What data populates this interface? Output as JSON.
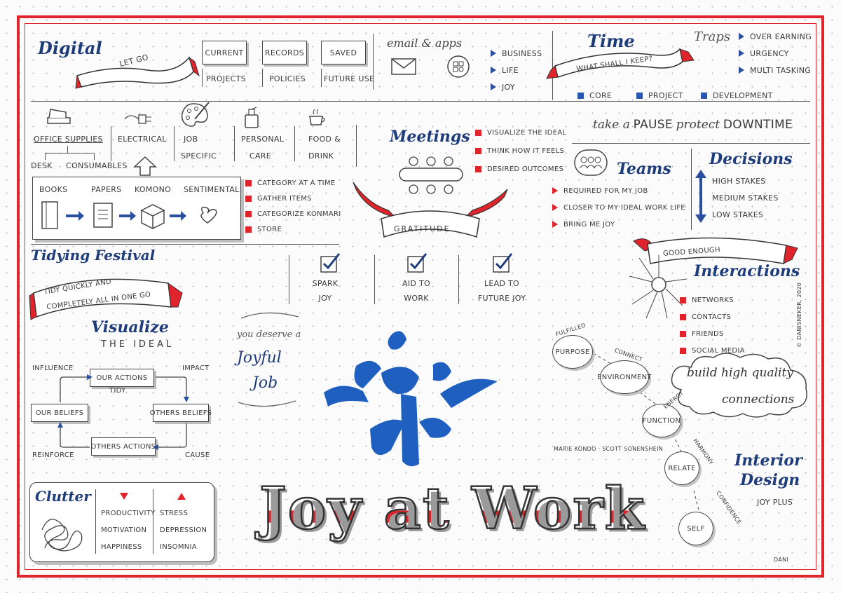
{
  "title": "Joy at Work",
  "credit": "MARIE KONDO · SCOTT SONENSHEIN",
  "signature": "DANI",
  "copyright": "© DANISNEKER, 2020",
  "digital": {
    "title": "Digital",
    "banner": "LET GO",
    "folders": [
      {
        "label": "CURRENT",
        "sub": "PROJECTS"
      },
      {
        "label": "RECORDS",
        "sub": "POLICIES"
      },
      {
        "label": "SAVED",
        "sub": "FUTURE USE"
      }
    ]
  },
  "email": {
    "title": "email & apps",
    "items": [
      "BUSINESS",
      "LIFE",
      "JOY"
    ]
  },
  "time": {
    "title": "Time",
    "banner": "WHAT SHALL I KEEP?",
    "traps_title": "Traps",
    "traps": [
      "OVER EARNING",
      "URGENCY",
      "MULTI TASKING"
    ],
    "keep": [
      "CORE",
      "PROJECT",
      "DEVELOPMENT"
    ]
  },
  "space": {
    "categories": [
      {
        "label": "OFFICE SUPPLIES"
      },
      {
        "label": "ELECTRICAL"
      },
      {
        "label": "JOB",
        "label2": "SPECIFIC"
      },
      {
        "label": "PERSONAL",
        "label2": "CARE"
      },
      {
        "label": "FOOD &",
        "label2": "DRINK"
      }
    ],
    "office_sub": [
      "DESK",
      "CONSUMABLES"
    ],
    "papers": [
      "BOOKS",
      "PAPERS",
      "KOMONO",
      "SENTIMENTAL"
    ],
    "steps": [
      "CATEGORY AT A TIME",
      "GATHER ITEMS",
      "CATEGORIZE KONMARI",
      "STORE"
    ]
  },
  "meetings": {
    "title": "Meetings",
    "items": [
      "VISUALIZE THE IDEAL",
      "THINK HOW IT FEELS",
      "DESIRED OUTCOMES"
    ],
    "banner": "GRATITUDE"
  },
  "pause": {
    "text1": "take a",
    "text2": "PAUSE",
    "text3": "protect",
    "text4": "DOWNTIME"
  },
  "teams": {
    "title": "Teams",
    "items": [
      "REQUIRED FOR MY JOB",
      "CLOSER TO MY IDEAL WORK LIFE",
      "BRING ME JOY"
    ]
  },
  "decisions": {
    "title": "Decisions",
    "items": [
      "HIGH STAKES",
      "MEDIUM STAKES",
      "LOW STAKES"
    ]
  },
  "festival": {
    "title": "Tidying Festival",
    "banner1": "TIDY QUICKLY AND",
    "banner2": "COMPLETELY ALL IN ONE GO",
    "visualize": "Visualize",
    "ideal": "THE IDEAL"
  },
  "checks": [
    {
      "l1": "SPARK",
      "l2": "JOY"
    },
    {
      "l1": "AID TO",
      "l2": "WORK"
    },
    {
      "l1": "LEAD TO",
      "l2": "FUTURE JOY"
    }
  ],
  "joyful": {
    "line1": "you deserve a",
    "line2": "Joyful",
    "line3": "Job"
  },
  "cycle": {
    "our_actions": "OUR ACTIONS",
    "tidy": "TIDY",
    "our_beliefs": "OUR BELIEFS",
    "others_beliefs": "OTHERS BELIEFS",
    "others_actions": "OTHERS ACTIONS",
    "influence": "INFLUENCE",
    "impact": "IMPACT",
    "reinforce": "REINFORCE",
    "cause": "CAUSE"
  },
  "clutter": {
    "title": "Clutter",
    "down": [
      "PRODUCTIVITY",
      "MOTIVATION",
      "HAPPINESS"
    ],
    "up": [
      "STRESS",
      "DEPRESSION",
      "INSOMNIA"
    ]
  },
  "interactions": {
    "banner": "GOOD ENOUGH",
    "title": "Interactions",
    "items": [
      "NETWORKS",
      "CONTACTS",
      "FRIENDS",
      "SOCIAL MEDIA"
    ],
    "cloud1": "build high quality",
    "cloud2": "connections"
  },
  "interior": {
    "title1": "Interior",
    "title2": "Design",
    "sub": "JOY PLUS",
    "nodes": [
      "PURPOSE",
      "ENVIRONMENT",
      "FUNCTION",
      "RELATE",
      "SELF"
    ],
    "edges": [
      "FULFILLED",
      "CONNECT",
      "ENERGY",
      "HARMONY",
      "CONFIDENCE"
    ]
  },
  "colors": {
    "red": "#e0242c",
    "blue": "#1f3c7a",
    "ink": "#333333"
  }
}
